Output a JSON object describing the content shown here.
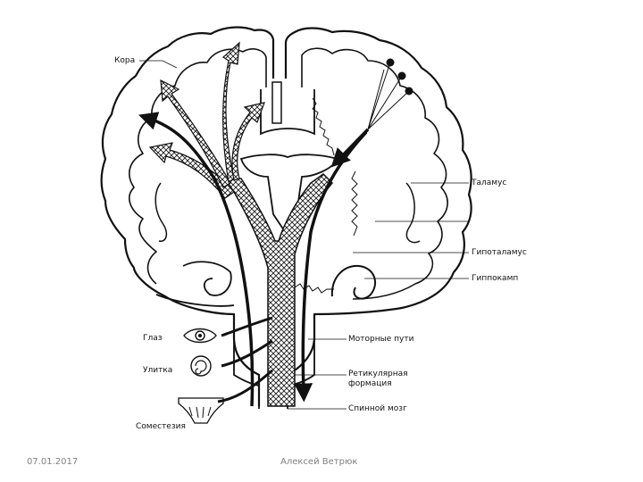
{
  "labels": {
    "cortex": "Кора",
    "thalamus": "Таламус",
    "hypothalamus": "Гипоталамус",
    "hippocampus": "Гиппокамп",
    "eye": "Глаз",
    "cochlea": "Улитка",
    "somatosensory": "Соместезия",
    "motor_paths": "Моторные пути",
    "reticular_line1": "Ретикулярная",
    "reticular_line2": "формация",
    "spinal_cord": "Спинной мозг"
  },
  "footer": {
    "date": "07.01.2017",
    "author": "Алексей Ветрюк"
  },
  "colors": {
    "ink": "#111111",
    "footer_text": "#808080",
    "background": "#ffffff"
  }
}
